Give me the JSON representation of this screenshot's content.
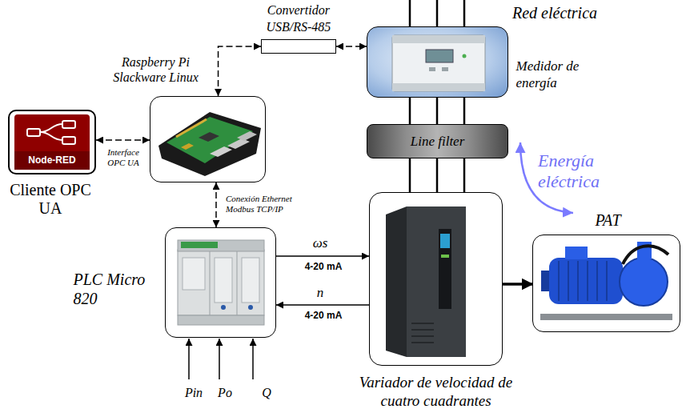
{
  "diagram": {
    "nodes": [
      {
        "text": [
          "Convertidor USB/RS-485"
        ]
      },
      {
        "text": [
          "Medidor de energía"
        ]
      },
      {
        "text": [
          "Node-RED",
          "Cliente OPC UA"
        ]
      },
      {
        "text": [
          "Raspberry Pi Slackware Linux"
        ]
      },
      {
        "text": [
          "Line filter"
        ]
      },
      {
        "text": [
          "PLC Micro 820"
        ]
      },
      {
        "text": [
          "Variador de velocidad de cuatro cuadrantes"
        ]
      },
      {
        "text": [
          "PAT"
        ]
      }
    ],
    "edges": [
      {
        "from": 3,
        "to": 0,
        "arrow": "both"
      },
      {
        "from": 0,
        "to": 1,
        "arrow": "both"
      },
      {
        "from": 2,
        "to": 3,
        "label": "Interface OPC UA",
        "arrow": "both"
      },
      {
        "from": 3,
        "to": 5,
        "label": "Conexión Ethernet Modbus TCP/IP",
        "arrow": "both"
      },
      {
        "from": 1,
        "to": 4,
        "arrow": "none"
      },
      {
        "from": 4,
        "to": 6,
        "arrow": "none"
      },
      {
        "from": 5,
        "to": 6,
        "label": "ωs",
        "arrow": "to"
      },
      {
        "from": 6,
        "to": 5,
        "label": "n",
        "arrow": "to"
      },
      {
        "from": 6,
        "to": 7,
        "arrow": "to"
      }
    ],
    "labels": [
      "Red eléctrica",
      "4-20 mA",
      "4-20 mA",
      "Pin",
      "Po",
      "Q",
      "Energía eléctrica"
    ]
  }
}
